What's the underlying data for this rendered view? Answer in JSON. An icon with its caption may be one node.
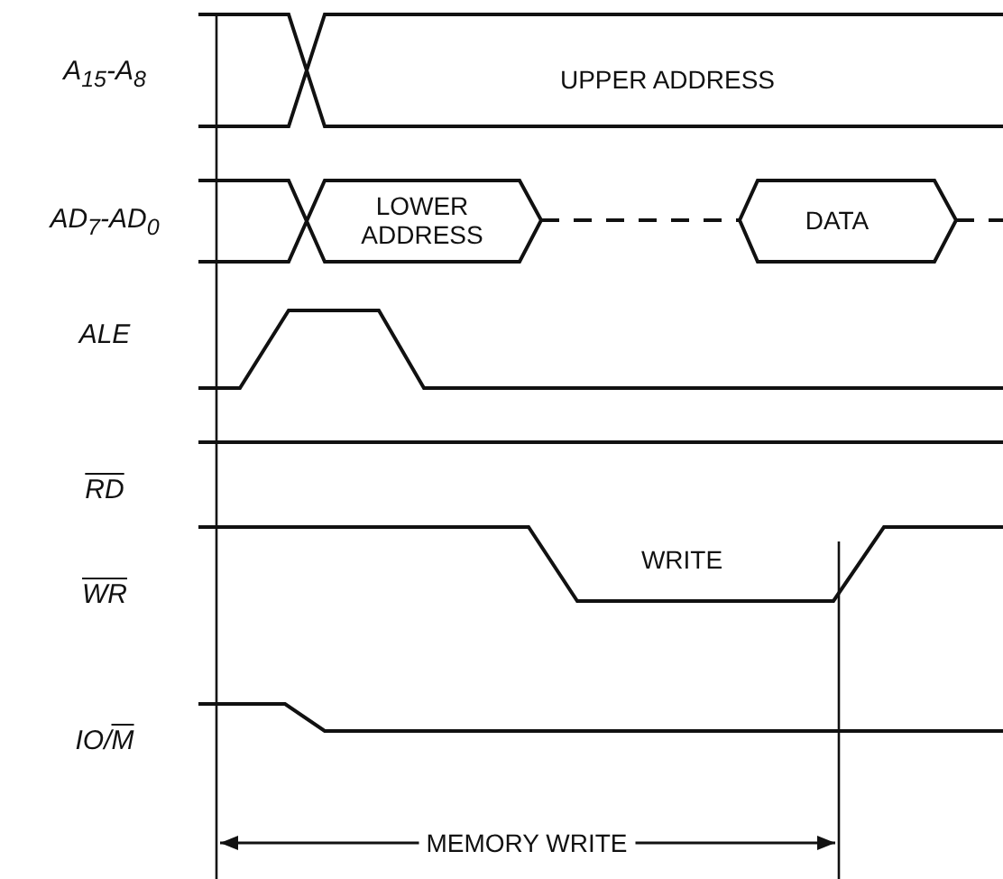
{
  "diagram": {
    "labels": [
      "A$_{15}$-A$_{8}$",
      "UPPER ADDRESS",
      "AD$_{7}$-AD$_{0}$",
      "LOWER ADDRESS",
      "DATA",
      "ALE",
      "RD",
      "WR",
      "WRITE",
      "IO/M",
      "MEMORY WRITE"
    ]
  }
}
